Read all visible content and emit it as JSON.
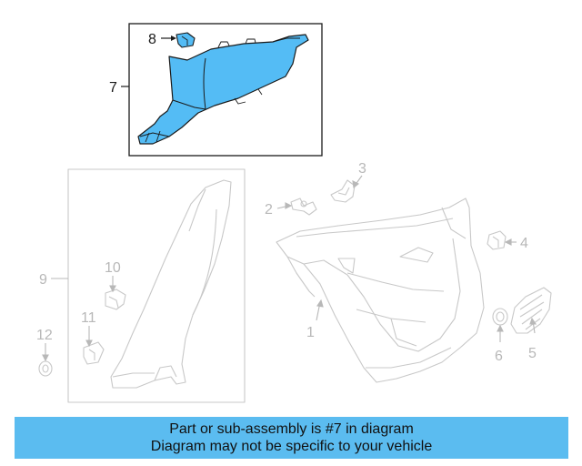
{
  "colors": {
    "highlight_fill": "#54bcf5",
    "banner_bg": "#5bbcf0",
    "line_dark": "#1a1a1a",
    "line_faded": "#c8c8c8"
  },
  "callouts": {
    "c1": "1",
    "c2": "2",
    "c3": "3",
    "c4": "4",
    "c5": "5",
    "c6": "6",
    "c7": "7",
    "c8": "8",
    "c9": "9",
    "c10": "10",
    "c11": "11",
    "c12": "12"
  },
  "banner": {
    "line1": "Part or sub-assembly is #7 in diagram",
    "line2": "Diagram may not be specific to your vehicle"
  }
}
